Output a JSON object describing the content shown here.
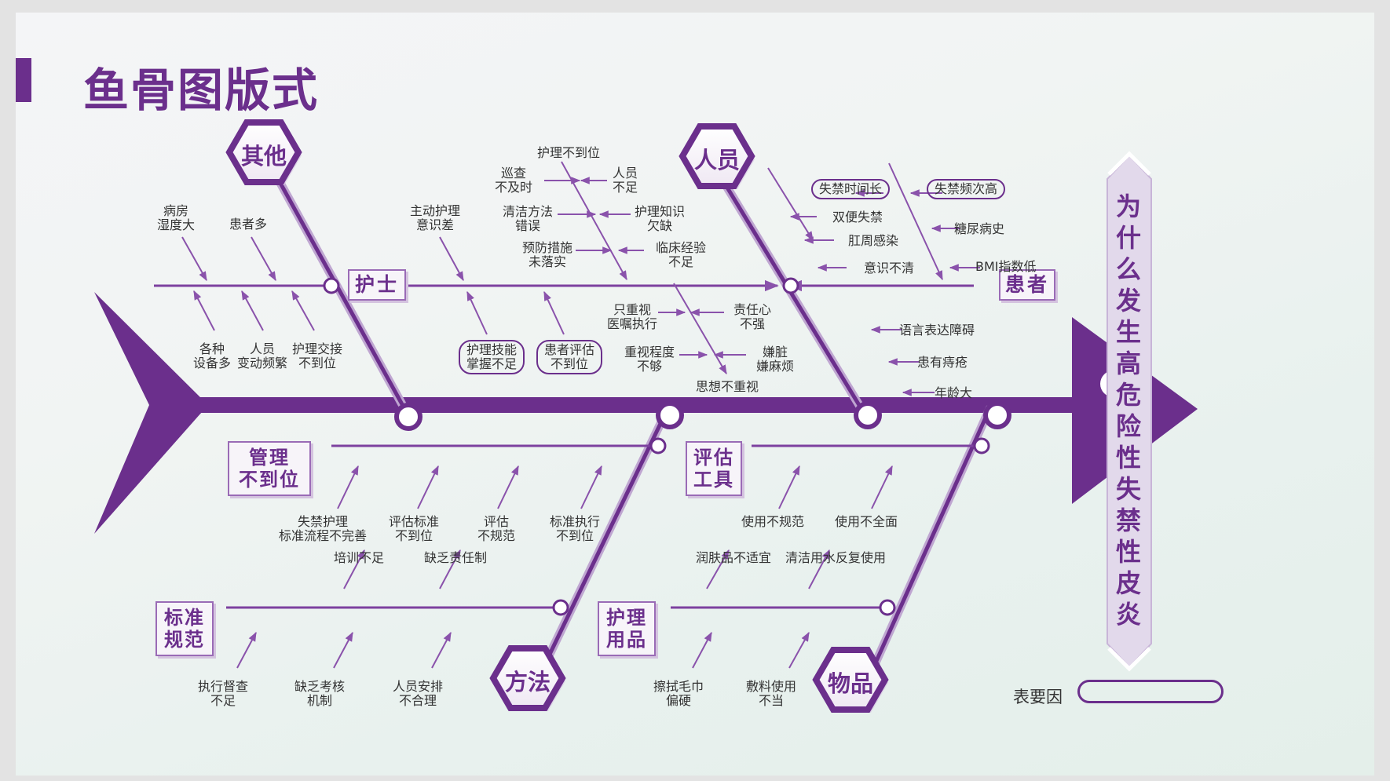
{
  "title": "鱼骨图版式",
  "effect": "为什么发生高危险性失禁性皮炎",
  "legend": {
    "label": "表要因"
  },
  "colors": {
    "primary": "#6b2f8c",
    "bone": "#9a6bb6",
    "text": "#333333"
  },
  "categories": {
    "qita": "其他",
    "renyuan": "人员",
    "fangfa": "方法",
    "wupin": "物品",
    "hushi": "护士",
    "huanzhe": "患者",
    "guanli": "管理\n不到位",
    "pinggu": "评估\n工具",
    "biaozhun": "标准\n规范",
    "hulipin": "护理\n用品"
  },
  "causes": {
    "qita_top": [
      "病房\n湿度大",
      "患者多"
    ],
    "qita_bottom": [
      "各种\n设备多",
      "人员\n变动频繁",
      "护理交接\n不到位"
    ],
    "nurse_main": [
      "主动护理\n意识差",
      "护理技能\n掌握不足",
      "患者评估\n不到位"
    ],
    "nurse_sub": [
      "护理不到位",
      "巡查\n不及时",
      "人员\n不足",
      "清洁方法\n错误",
      "护理知识\n欠缺",
      "预防措施\n未落实",
      "临床经验\n不足"
    ],
    "attitude_sub": [
      "只重视\n医嘱执行",
      "责任心\n不强",
      "重视程度\n不够",
      "嫌脏\n嫌麻烦",
      "思想不重视"
    ],
    "patient_upper": [
      "失禁时间长",
      "失禁频次高",
      "双便失禁",
      "糖尿病史",
      "肛周感染",
      "意识不清",
      "BMI指数低"
    ],
    "patient_lower": [
      "语言表达障碍",
      "患有痔疮",
      "年龄大"
    ],
    "guanli": [
      "失禁护理\n标准流程不完善",
      "评估标准\n不到位",
      "评估\n不规范",
      "标准执行\n不到位"
    ],
    "pinggu": [
      "使用不规范",
      "使用不全面"
    ],
    "biaozhun_top": [
      "培训不足",
      "缺乏责任制"
    ],
    "biaozhun_bottom": [
      "执行督查\n不足",
      "缺乏考核\n机制",
      "人员安排\n不合理"
    ],
    "hulipin_top": [
      "润肤品不适宜",
      "清洁用水反复使用"
    ],
    "hulipin_bottom": [
      "擦拭毛巾\n偏硬",
      "敷料使用\n不当"
    ]
  }
}
